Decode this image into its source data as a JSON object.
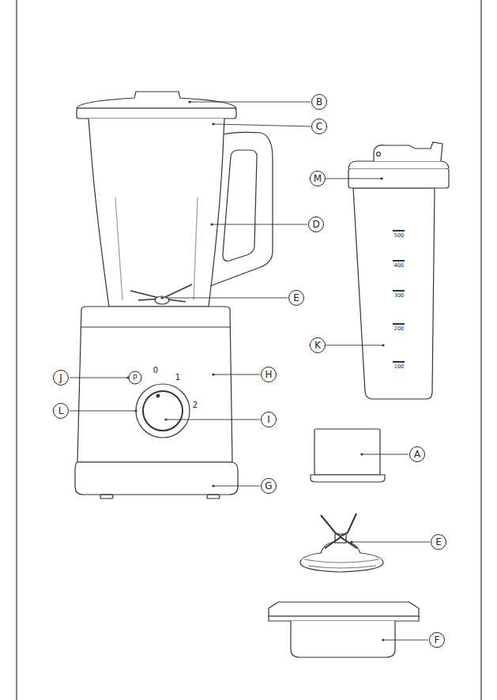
{
  "diagram": {
    "labels": [
      "B",
      "C",
      "M",
      "D",
      "E",
      "J",
      "P",
      "0",
      "1",
      "H",
      "2",
      "L",
      "I",
      "K",
      "500",
      "400",
      "300",
      "200",
      "100",
      "A",
      "E",
      "G",
      "F"
    ]
  }
}
